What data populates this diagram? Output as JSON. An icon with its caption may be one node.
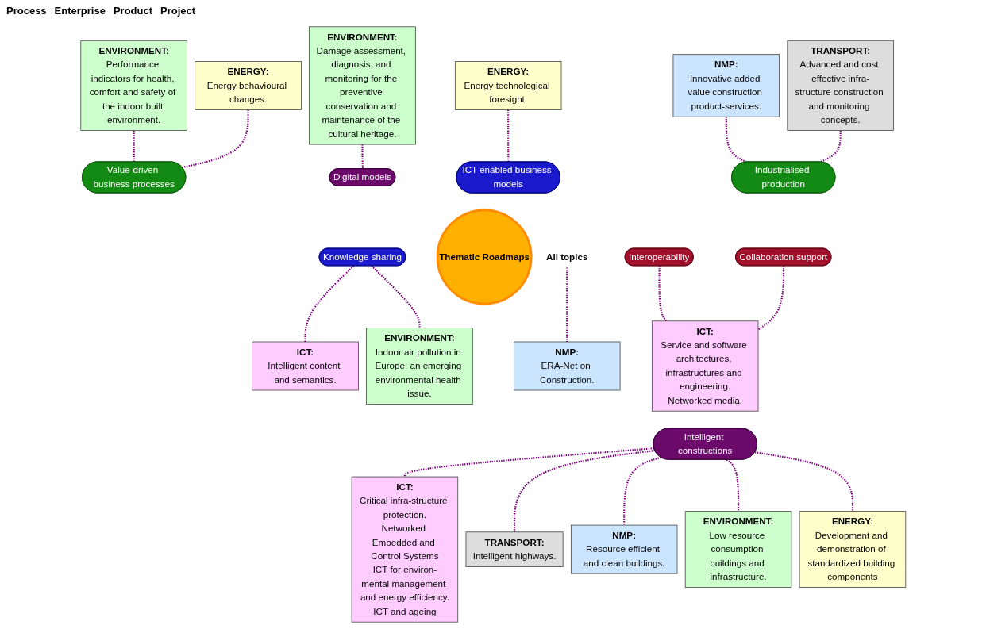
{
  "diagram": {
    "nodes": [
      {
        "text": [
          "ENVIRONMENT:",
          "Performance indicators for health, comfort and safety of the indoor built environment."
        ]
      },
      {
        "text": [
          "ENERGY:",
          "Energy behavioural changes."
        ]
      },
      {
        "text": [
          "NMP:",
          "Innovative added value construction product-services."
        ]
      },
      {
        "text": [
          "TRANSPORT:",
          "Advanced and cost effective infra-structure construction and monitoring concepts."
        ]
      },
      {
        "text": [
          "ENVIRONMENT:",
          "Damage assessment, diagnosis, and monitoring for the preventive conservation and maintenance of the cultural heritage."
        ]
      },
      {
        "text": [
          "ENERGY:",
          "Energy technological foresight."
        ]
      },
      {
        "text": [
          "Value-driven business processes"
        ]
      },
      {
        "text": [
          "ICT enabled business models"
        ]
      },
      {
        "text": [
          "Industrialised production"
        ]
      },
      {
        "text": [
          "ICT:",
          "Intelligent content and semantics."
        ]
      },
      {
        "text": [
          "Knowledge sharing"
        ]
      },
      {
        "text": [
          "Thematic Roadmaps"
        ]
      },
      {
        "text": [
          "Digital models"
        ]
      },
      {
        "text": [
          "ICT:",
          "Critical infra-structure protection.",
          "Networked Embedded and Control Systems",
          "ICT for environ-mental management and energy efficiency.",
          "ICT and ageing"
        ]
      },
      {
        "text": [
          "ENVIRONMENT:",
          "Indoor air pollution in Europe: an emerging environmental health issue."
        ]
      },
      {
        "text": [
          "Collaboration support"
        ]
      },
      {
        "text": [
          "Intelligent constructions"
        ]
      },
      {
        "text": [
          "Interoperability"
        ]
      },
      {
        "text": [
          "TRANSPORT:",
          "Intelligent highways."
        ]
      },
      {
        "text": [
          "All topics"
        ]
      },
      {
        "text": [
          "ICT:",
          "Service and software architectures, infrastructures and engineering.",
          "Networked media."
        ]
      },
      {
        "text": [
          "NMP:",
          "Resource efficient and clean buildings."
        ]
      },
      {
        "text": [
          "ENVIRONMENT:",
          "Low resource consumption buildings and infrastructure."
        ]
      },
      {
        "text": [
          "ENERGY:",
          "Development and demonstration of standardized building components"
        ]
      },
      {
        "text": [
          "NMP:",
          "ERA-Net on Construction."
        ]
      }
    ],
    "edges": [
      {
        "from": 0,
        "to": 6,
        "arrow": "none",
        "style": "dashed"
      },
      {
        "from": 1,
        "to": 6,
        "arrow": "none",
        "style": "dashed"
      },
      {
        "from": 2,
        "to": 8,
        "arrow": "none",
        "style": "dashed"
      },
      {
        "from": 3,
        "to": 8,
        "arrow": "none",
        "style": "dashed"
      },
      {
        "from": 4,
        "to": 12,
        "arrow": "none",
        "style": "dashed"
      },
      {
        "from": 5,
        "to": 7,
        "arrow": "none",
        "style": "dashed"
      },
      {
        "from": 10,
        "to": 9,
        "arrow": "none",
        "style": "dashed"
      },
      {
        "from": 10,
        "to": 14,
        "arrow": "none",
        "style": "dashed"
      },
      {
        "from": 16,
        "to": 13,
        "arrow": "none",
        "style": "dashed"
      },
      {
        "from": 16,
        "to": 18,
        "arrow": "none",
        "style": "dashed"
      },
      {
        "from": 16,
        "to": 21,
        "arrow": "none",
        "style": "dashed"
      },
      {
        "from": 16,
        "to": 22,
        "arrow": "none",
        "style": "dashed"
      },
      {
        "from": 16,
        "to": 23,
        "arrow": "none",
        "style": "dashed"
      },
      {
        "from": 15,
        "to": 20,
        "arrow": "none",
        "style": "dashed"
      },
      {
        "from": 17,
        "to": 20,
        "arrow": "none",
        "style": "dashed"
      },
      {
        "from": 19,
        "to": 24,
        "arrow": "none",
        "style": "dashed"
      }
    ],
    "labels": [
      "Process",
      "Enterprise",
      "Product",
      "Project"
    ]
  }
}
